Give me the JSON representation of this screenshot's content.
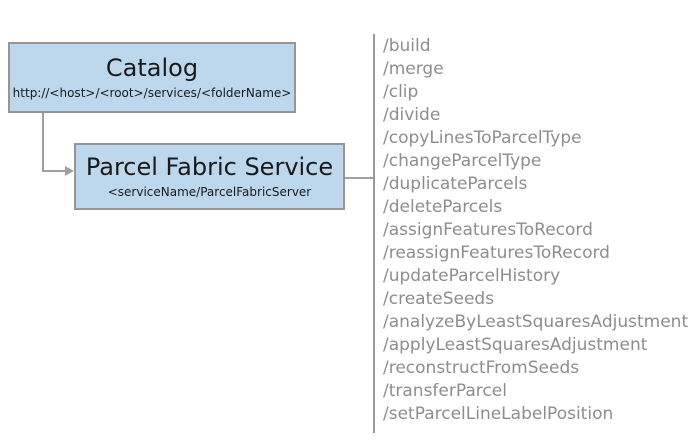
{
  "colors": {
    "box_fill": "#bdd7ec",
    "box_border": "#969696",
    "connector": "#a0a0a0",
    "divider": "#9a9a9a",
    "endpoint_text": "#8d8d8d",
    "title_text": "#1a1a1a"
  },
  "catalog_box": {
    "title": "Catalog",
    "subtitle": "http://<host>/<root>/services/<folderName>"
  },
  "service_box": {
    "title": "Parcel Fabric Service",
    "subtitle": "<serviceName/ParcelFabricServer"
  },
  "endpoints": [
    "/build",
    "/merge",
    "/clip",
    "/divide",
    "/copyLinesToParcelType",
    "/changeParcelType",
    "/duplicateParcels",
    "/deleteParcels",
    "/assignFeaturesToRecord",
    "/reassignFeaturesToRecord",
    "/updateParcelHistory",
    "/createSeeds",
    "/analyzeByLeastSquaresAdjustment",
    "/applyLeastSquaresAdjustment",
    "/reconstructFromSeeds",
    "/transferParcel",
    "/setParcelLineLabelPosition"
  ]
}
